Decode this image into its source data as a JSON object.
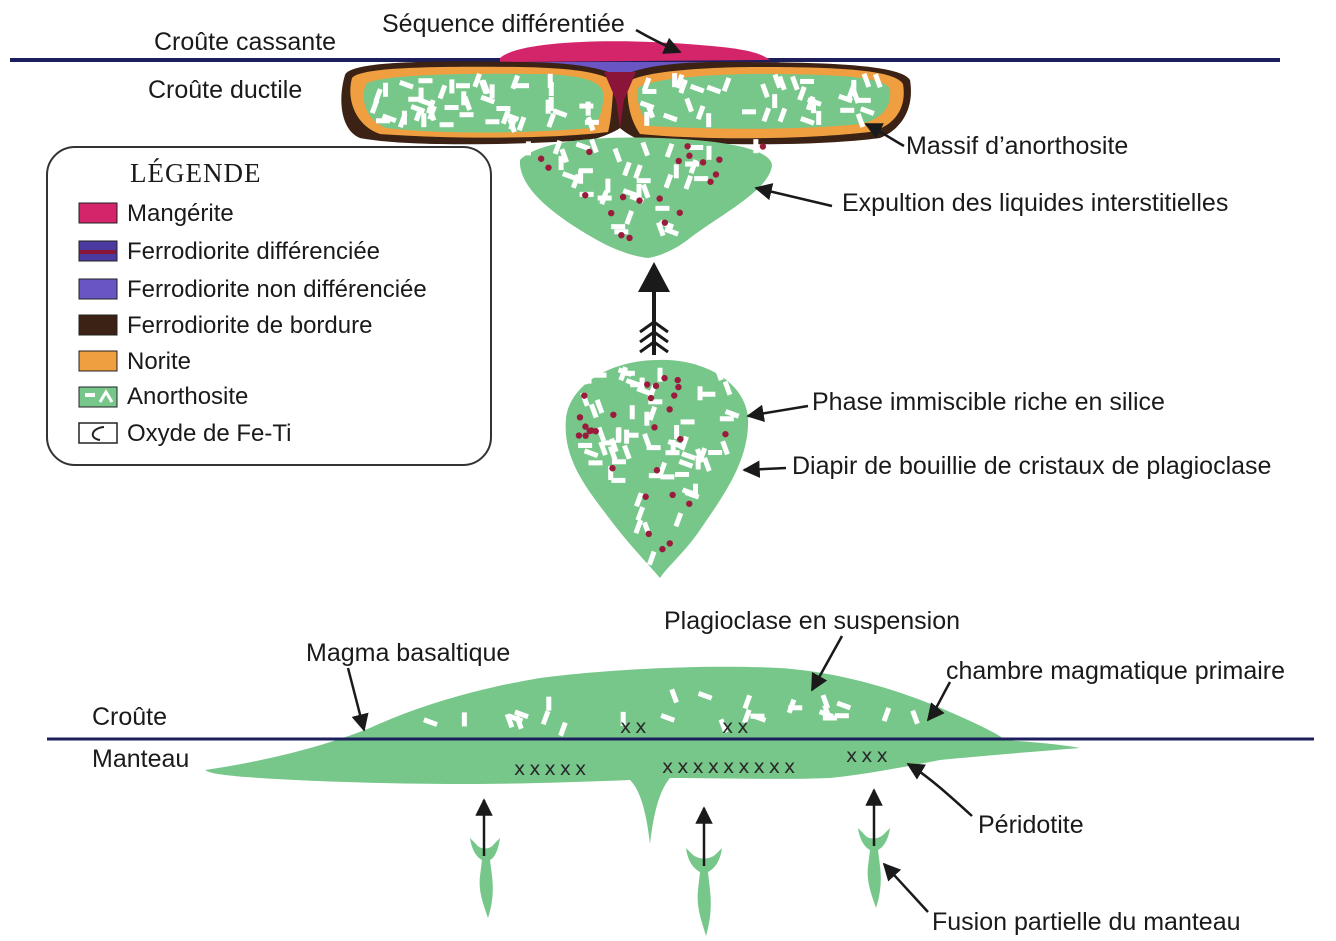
{
  "labels": {
    "croute_cassante": "Croûte cassante",
    "sequence_differentiee": "Séquence différentiée",
    "croute_ductile": "Croûte ductile",
    "massif_anorthosite": "Massif d’anorthosite",
    "expulsion": "Expultion des liquides interstitielles",
    "phase_immiscible": "Phase immiscible riche en silice",
    "diapir": "Diapir de bouillie de cristaux de plagioclase",
    "plagioclase_suspension": "Plagioclase en suspension",
    "magma_basaltique": "Magma basaltique",
    "chambre_magmatique": "chambre magmatique primaire",
    "croute": "Croûte",
    "manteau": "Manteau",
    "peridotite": "Péridotite",
    "fusion_partielle": "Fusion partielle du manteau"
  },
  "legend": {
    "title": "LÉGENDE",
    "items": [
      {
        "label": "Mangérite",
        "color": "#d4246a"
      },
      {
        "label": "Ferrodiorite différenciée",
        "color": "#4b3aa0",
        "stripe": "#8a1538"
      },
      {
        "label": "Ferrodiorite non différenciée",
        "color": "#6a55c4"
      },
      {
        "label": "Ferrodiorite de bordure",
        "color": "#3b2214"
      },
      {
        "label": "Norite",
        "color": "#ef9f3f"
      },
      {
        "label": "Anorthosite",
        "color": "#77c78a"
      },
      {
        "label": "Oxyde de Fe-Ti",
        "color": "#ffffff"
      }
    ]
  },
  "peridotite_marks": {
    "small_1": "xx",
    "small_2": "xx",
    "row_1": "xxxxx",
    "row_2": "xxxxxxxxx",
    "row_3": "xxx"
  },
  "colors": {
    "anorthosite": "#77c78a",
    "boundary": "#1c1f5c",
    "norite": "#ef9f3f",
    "border": "#3b2214",
    "mangerite": "#d4246a",
    "ferrodiorite": "#6a55c4",
    "liquid_dot": "#9b1b3d"
  }
}
